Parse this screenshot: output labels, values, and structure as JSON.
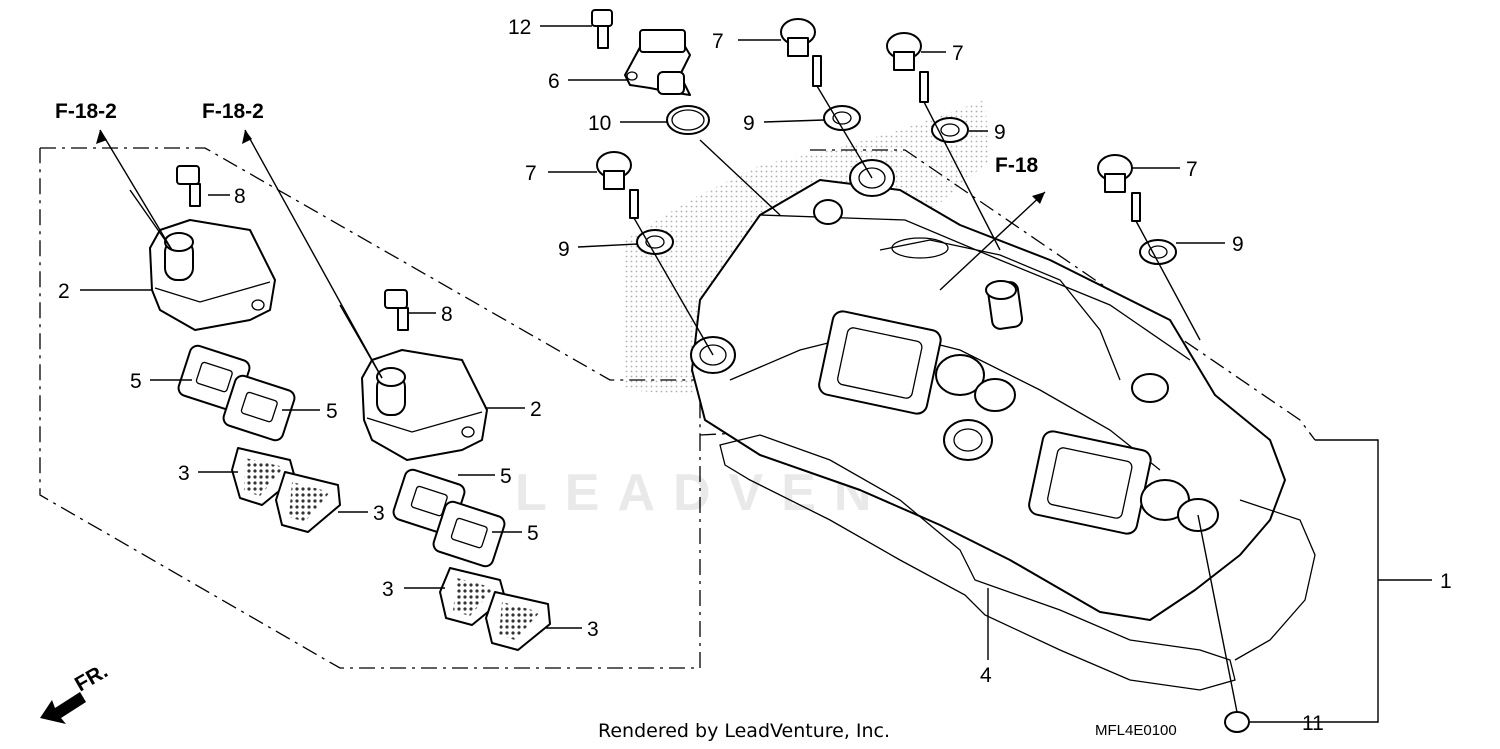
{
  "callouts": {
    "c12": "12",
    "c6": "6",
    "c10": "10",
    "c7a": "7",
    "c7b": "7",
    "c7c": "7",
    "c7d": "7",
    "c9a": "9",
    "c9b": "9",
    "c9c": "9",
    "c9d": "9",
    "c8a": "8",
    "c8b": "8",
    "c2a": "2",
    "c2b": "2",
    "c5a": "5",
    "c5b": "5",
    "c5c": "5",
    "c5d": "5",
    "c3a": "3",
    "c3b": "3",
    "c3c": "3",
    "c3d": "3",
    "c1": "1",
    "c4": "4",
    "c11": "11"
  },
  "refs": {
    "left": "F-18-2",
    "middle": "F-18-2",
    "right": "F-18"
  },
  "front_marker": "FR.",
  "footer": {
    "rendered_by": "Rendered by LeadVenture, Inc.",
    "diagram_code": "MFL4E0100"
  },
  "watermark": "LEADVENTURE",
  "colors": {
    "line": "#000000",
    "background": "#ffffff",
    "watermark": "#e9e9e9",
    "hatch": "#bfbfbf"
  }
}
